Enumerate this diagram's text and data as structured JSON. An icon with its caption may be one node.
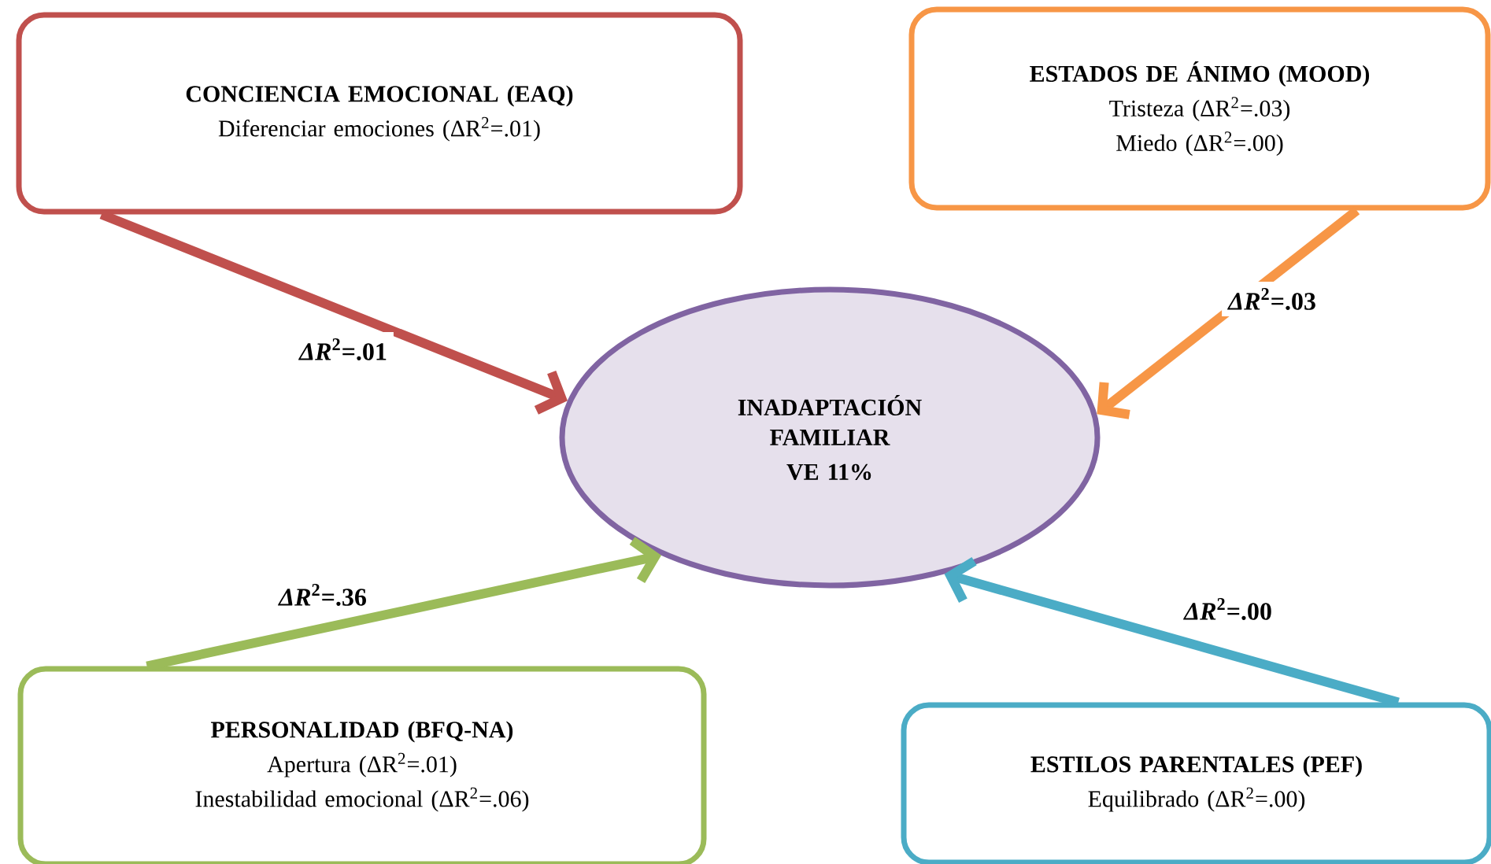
{
  "diagram": {
    "nodes": [
      {
        "text": [
          "CONCIENCIA EMOCIONAL (EAQ)",
          "Diferenciar emociones (ΔR$^{2}$=.01)"
        ]
      },
      {
        "text": [
          "ESTADOS DE ÁNIMO (MOOD)",
          "Tristeza (ΔR$^{2}$=.03)",
          "Miedo (ΔR$^{2}$=.00)"
        ]
      },
      {
        "text": [
          "INADAPTACIÓN FAMILIAR",
          "VE 11%"
        ]
      },
      {
        "text": [
          "PERSONALIDAD (BFQ-NA)",
          "Apertura (ΔR$^{2}$=.01)",
          "Inestabilidad emocional (ΔR$^{2}$=.06)"
        ]
      },
      {
        "text": [
          "ESTILOS PARENTALES (PEF)",
          "Equilibrado (ΔR$^{2}$=.00)"
        ]
      }
    ],
    "edges": [
      {
        "from": 0,
        "to": 2,
        "arrow": "to",
        "label": "*ΔR*$^{2}$=.01",
        "color": "#c0504d"
      },
      {
        "from": 1,
        "to": 2,
        "arrow": "to",
        "label": "*ΔR*$^{2}$=.03",
        "color": "#f79646"
      },
      {
        "from": 3,
        "to": 2,
        "arrow": "to",
        "label": "*ΔR*$^{2}$=.36",
        "color": "#9bbb59"
      },
      {
        "from": 4,
        "to": 2,
        "arrow": "to",
        "label": "*ΔR*$^{2}$=.00",
        "color": "#4bacc6"
      }
    ]
  }
}
